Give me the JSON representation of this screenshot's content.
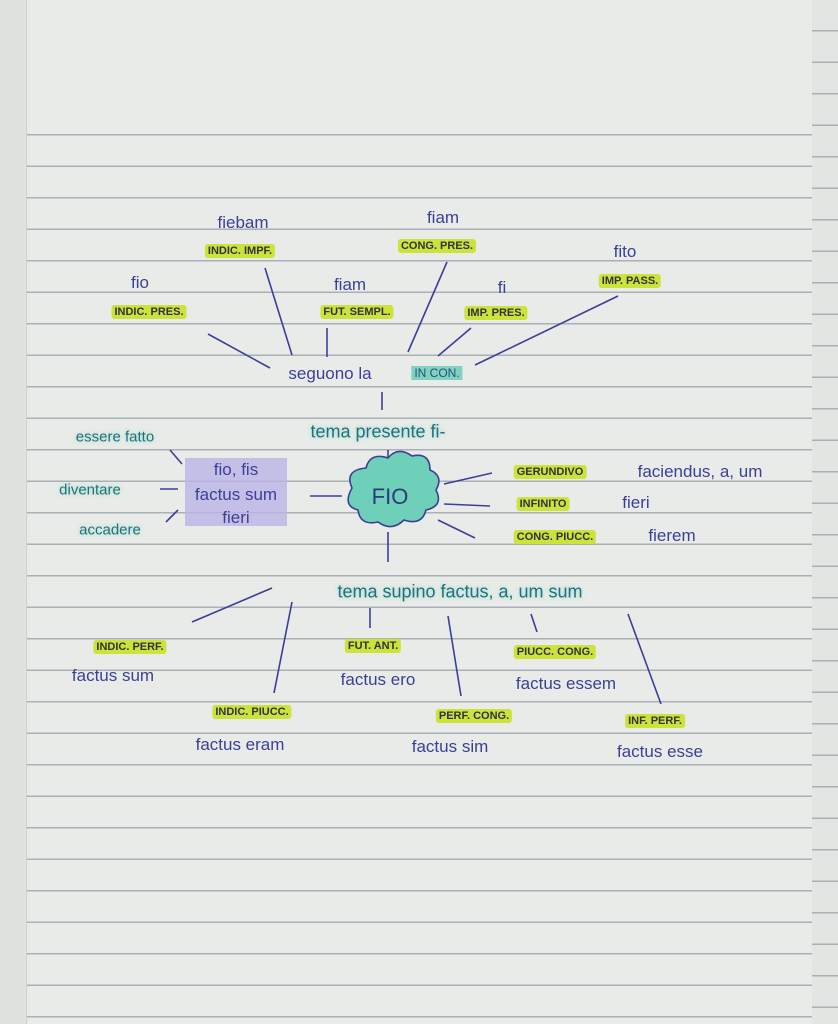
{
  "center": "FIO",
  "tema_presente": "tema presente fi-",
  "seguono": {
    "text": "seguono la",
    "highlight": "IN CON."
  },
  "top_branches": [
    {
      "form": "fiebam",
      "label": "INDIC. IMPF."
    },
    {
      "form": "fiam",
      "label": "CONG. PRES."
    },
    {
      "form": "fio",
      "label": "INDIC. PRES."
    },
    {
      "form": "fiam",
      "label": "FUT. SEMPL."
    },
    {
      "form": "fi",
      "label": "IMP. PRES."
    },
    {
      "form": "fito",
      "label": "IMP. PASS."
    }
  ],
  "paradigm": [
    "fio, fis",
    "factus sum",
    "fieri"
  ],
  "meanings": [
    "essere fatto",
    "diventare",
    "accadere"
  ],
  "right_branches": [
    {
      "label": "GERUNDIVO",
      "form": "faciendus, a, um"
    },
    {
      "label": "INFINITO",
      "form": "fieri"
    },
    {
      "label": "CONG. PIUCC.",
      "form": "fierem"
    }
  ],
  "tema_supino": "tema supino factus, a, um sum",
  "bottom_branches": [
    {
      "label": "INDIC. PERF.",
      "form": "factus sum"
    },
    {
      "label": "FUT. ANT.",
      "form": "factus ero"
    },
    {
      "label": "PIUCC. CONG.",
      "form": "factus essem"
    },
    {
      "label": "INDIC. PIUCC.",
      "form": "factus eram"
    },
    {
      "label": "PERF. CONG.",
      "form": "factus sim"
    },
    {
      "label": "INF. PERF.",
      "form": "factus esse"
    }
  ],
  "colors": {
    "ink": "#3c3f98",
    "highlighter_yellow": "#cde33a",
    "highlighter_teal": "#7fd1c0",
    "highlighter_purple": "#b9b4e6"
  }
}
